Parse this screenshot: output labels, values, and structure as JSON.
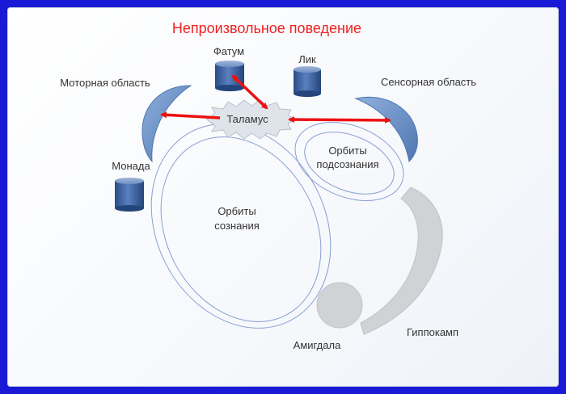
{
  "title": "Непроизвольное поведение",
  "labels": {
    "fatum": "Фатум",
    "lik": "Лик",
    "motor_area": "Моторная область",
    "sensory_area": "Сенсорная область",
    "thalamus": "Таламус",
    "monada": "Монада",
    "subconscious_orbits_line1": "Орбиты",
    "subconscious_orbits_line2": "подсознания",
    "conscious_orbits_line1": "Орбиты",
    "conscious_orbits_line2": "сознания",
    "amygdala": "Амигдала",
    "hippocampus": "Гиппокамп"
  },
  "colors": {
    "frame_border": "#1a1ad6",
    "title": "#ee2222",
    "arrow": "#ee1111",
    "cortex_area": "#6f95c8",
    "cylinder": "#3a5f9c",
    "orbit_line": "#8a9ed4",
    "limbic_gray": "#d0d2d6"
  },
  "icons": [
    "cylinder-icon",
    "starburst-shape",
    "crescent-shape",
    "double-headed-arrow"
  ]
}
